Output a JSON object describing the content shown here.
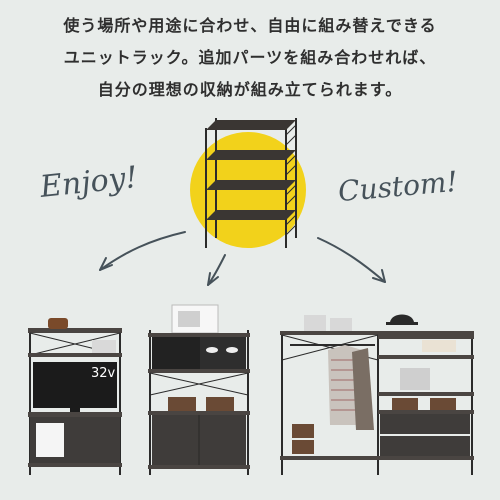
{
  "headline": {
    "line1": "使う場所や用途に合わせ、自由に組み替えできる",
    "line2": "ユニットラック。追加パーツを組み合わせれば、",
    "line3": "自分の理想の収納が組み立てられます。"
  },
  "script_left": "Enjoy!",
  "script_right": "Custom!",
  "tv_size": "32v",
  "colors": {
    "background": "#e8ecea",
    "accent": "#f2d21b",
    "frame": "#2b2b2b",
    "shelf": "#4a4542",
    "cabinet": "#3f3c3a"
  }
}
